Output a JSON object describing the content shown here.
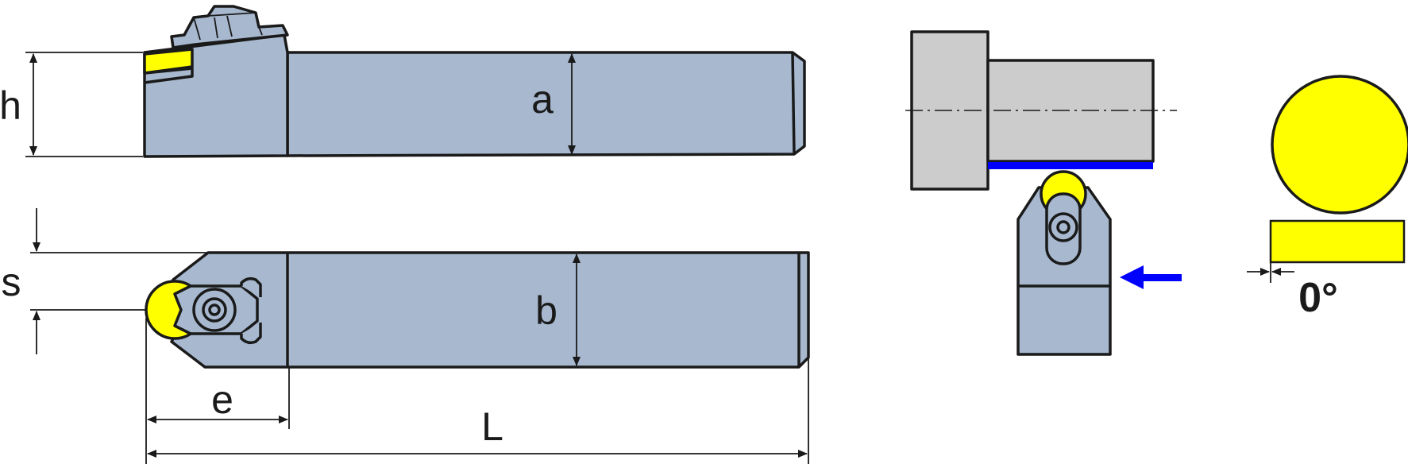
{
  "colors": {
    "holder_body": "#a7b8cf",
    "insert": "#ffff00",
    "workpiece": "#cccccc",
    "feed_arrow": "#0000ff",
    "outline": "#1a1a1a"
  },
  "labels": {
    "h": "h",
    "a": "a",
    "s": "s",
    "b": "b",
    "e": "e",
    "L": "L",
    "angle": "0°"
  }
}
